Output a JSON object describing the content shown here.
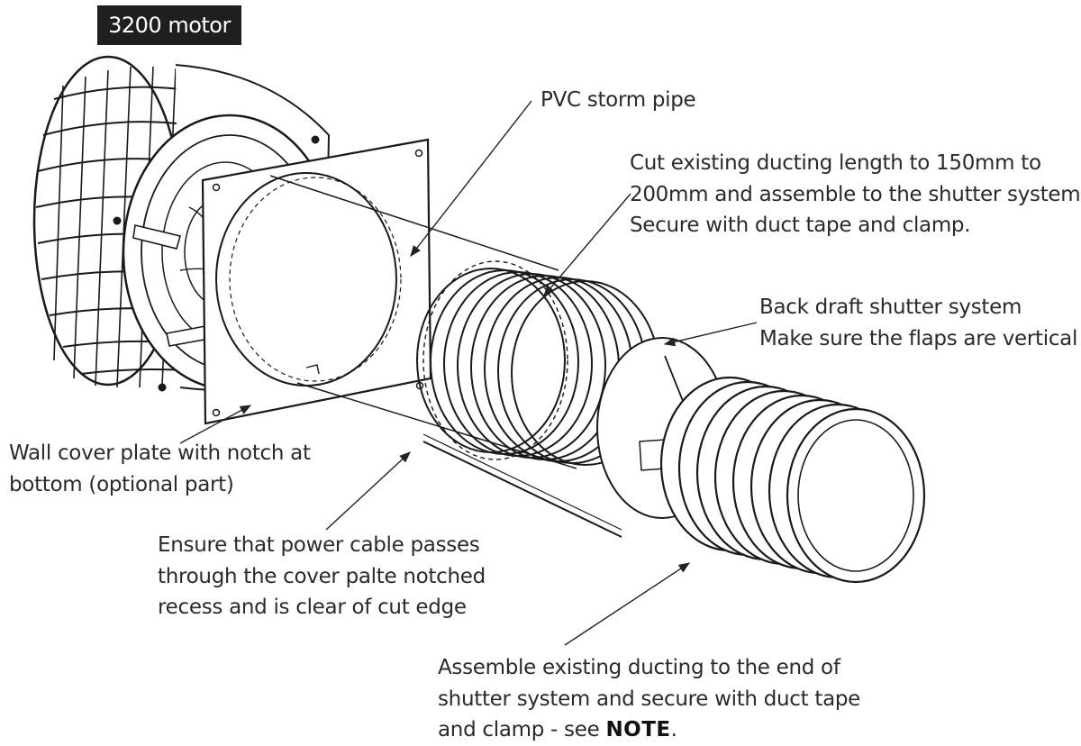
{
  "title_badge": "3200 motor",
  "callouts": {
    "pvc_pipe": {
      "lines": [
        "PVC storm pipe"
      ]
    },
    "cut_ducting": {
      "lines": [
        "Cut existing ducting length to 150mm to",
        "200mm and assemble to the shutter system.",
        "Secure with duct tape and clamp."
      ]
    },
    "shutter": {
      "lines": [
        "Back draft shutter system",
        "Make sure the flaps are vertical"
      ]
    },
    "wall_plate": {
      "lines": [
        "Wall cover plate with notch at",
        "bottom (optional part)"
      ]
    },
    "power_cable": {
      "lines": [
        "Ensure that power cable passes",
        "through the cover palte notched",
        "recess and is clear of cut edge"
      ]
    },
    "assemble_end": {
      "lines": [
        "Assemble existing ducting to the end of",
        "shutter system and secure with duct tape"
      ],
      "last_prefix": "and clamp - see ",
      "last_bold": "NOTE",
      "last_suffix": "."
    }
  }
}
